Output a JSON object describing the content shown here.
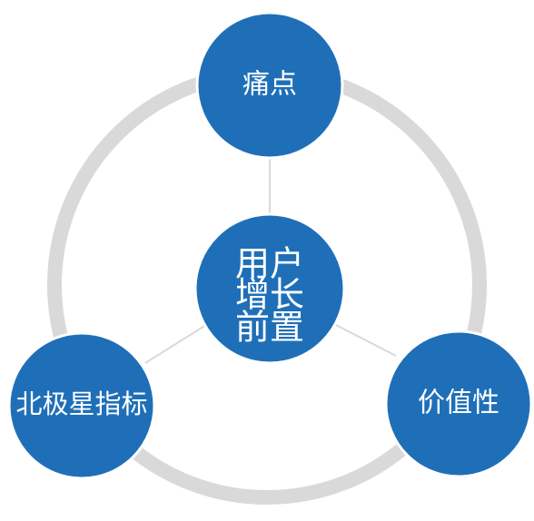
{
  "diagram": {
    "center": {
      "lines": [
        "用户",
        "增长",
        "前置"
      ]
    },
    "nodes": {
      "top": {
        "label": "痛点"
      },
      "left": {
        "label": "北极星指标"
      },
      "right": {
        "label": "价值性"
      }
    },
    "colors": {
      "node_fill": "#1f6fb8",
      "node_stroke": "#ffffff",
      "ring": "#d9d9d9",
      "connector": "#d9d9d9",
      "text": "#ffffff"
    }
  }
}
